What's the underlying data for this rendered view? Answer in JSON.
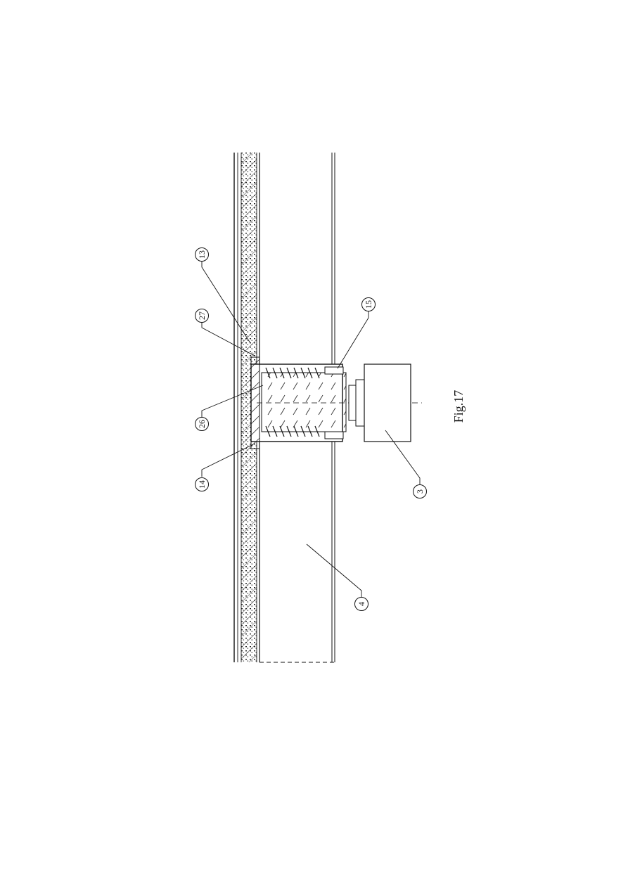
{
  "figure": {
    "caption": "Fig.17",
    "callouts": [
      {
        "id": "c13",
        "text": "13"
      },
      {
        "id": "c27",
        "text": "27"
      },
      {
        "id": "c26",
        "text": "26"
      },
      {
        "id": "c14",
        "text": "14"
      },
      {
        "id": "c15",
        "text": "15"
      },
      {
        "id": "c3",
        "text": "3"
      },
      {
        "id": "c4",
        "text": "4"
      }
    ]
  }
}
